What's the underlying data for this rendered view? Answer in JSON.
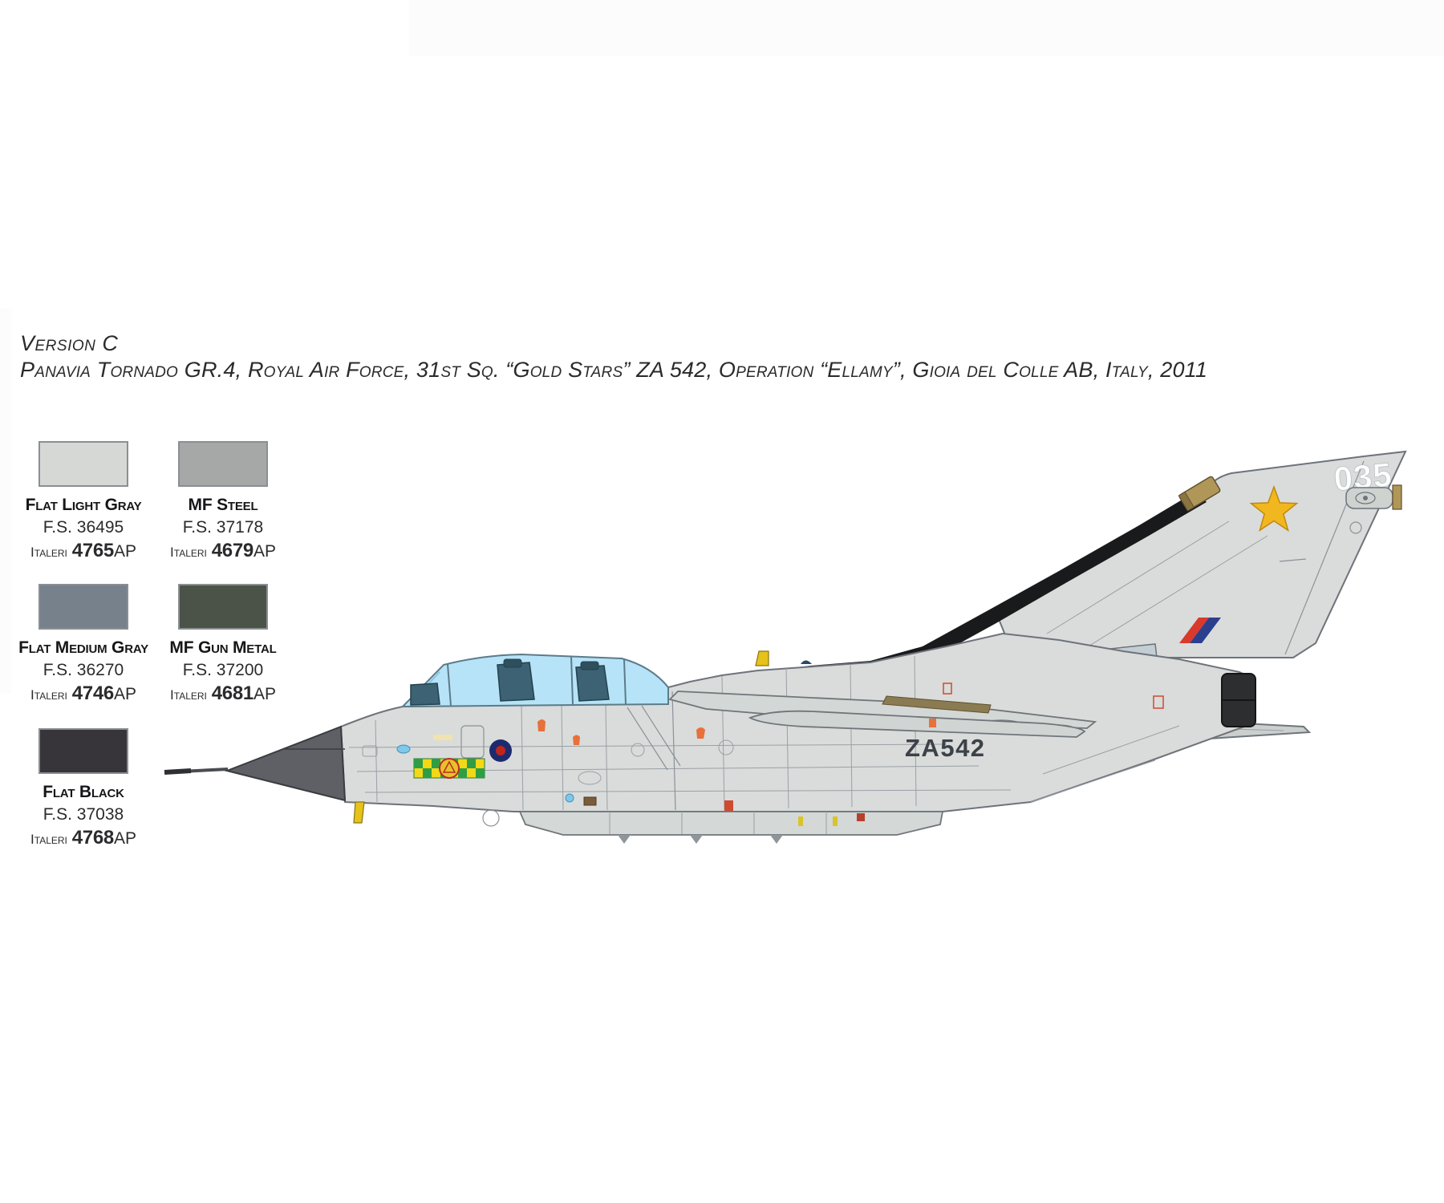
{
  "header": {
    "version_label": "Version C",
    "description": "Panavia Tornado GR.4, Royal Air Force, 31st Sq. “Gold Stars” ZA 542, Operation “Ellamy”, Gioia del Colle AB, Italy, 2011"
  },
  "paints": [
    {
      "name": "Flat Light Gray",
      "fs": "F.S. 36495",
      "brand": "Italeri",
      "code": "4765",
      "suffix": "AP",
      "hex": "#d5d8d5"
    },
    {
      "name": "MF Steel",
      "fs": "F.S. 37178",
      "brand": "Italeri",
      "code": "4679",
      "suffix": "AP",
      "hex": "#a5a8a6"
    },
    {
      "name": "Flat Medium Gray",
      "fs": "F.S. 36270",
      "brand": "Italeri",
      "code": "4746",
      "suffix": "AP",
      "hex": "#76818b"
    },
    {
      "name": "MF Gun Metal",
      "fs": "F.S. 37200",
      "brand": "Italeri",
      "code": "4681",
      "suffix": "AP",
      "hex": "#4b5349"
    },
    {
      "name": "Flat Black",
      "fs": "F.S. 37038",
      "brand": "Italeri",
      "code": "4768",
      "suffix": "AP",
      "hex": "#37343a"
    }
  ],
  "aircraft": {
    "tail_code": "035",
    "serial": "ZA542",
    "colors": {
      "airframe": "#d9dcda",
      "airframe_shade": "#c9cecc",
      "radome": "#5e6066",
      "canopy": "#b6e3f8",
      "seat": "#3c6273",
      "anti_glare": "#191a1c",
      "star_gold": "#f1b71e",
      "fin_fairing_tan": "#b09758",
      "flash_red": "#d93a2b",
      "flash_blue": "#2c3f8d",
      "roundel_blue": "#1d2b6e",
      "roundel_red": "#c0251c",
      "rescue_yellow": "#f2d815",
      "rescue_green": "#2e9e44",
      "stencil_orange": "#e8703a",
      "antenna_yellow": "#e6c21a"
    }
  }
}
